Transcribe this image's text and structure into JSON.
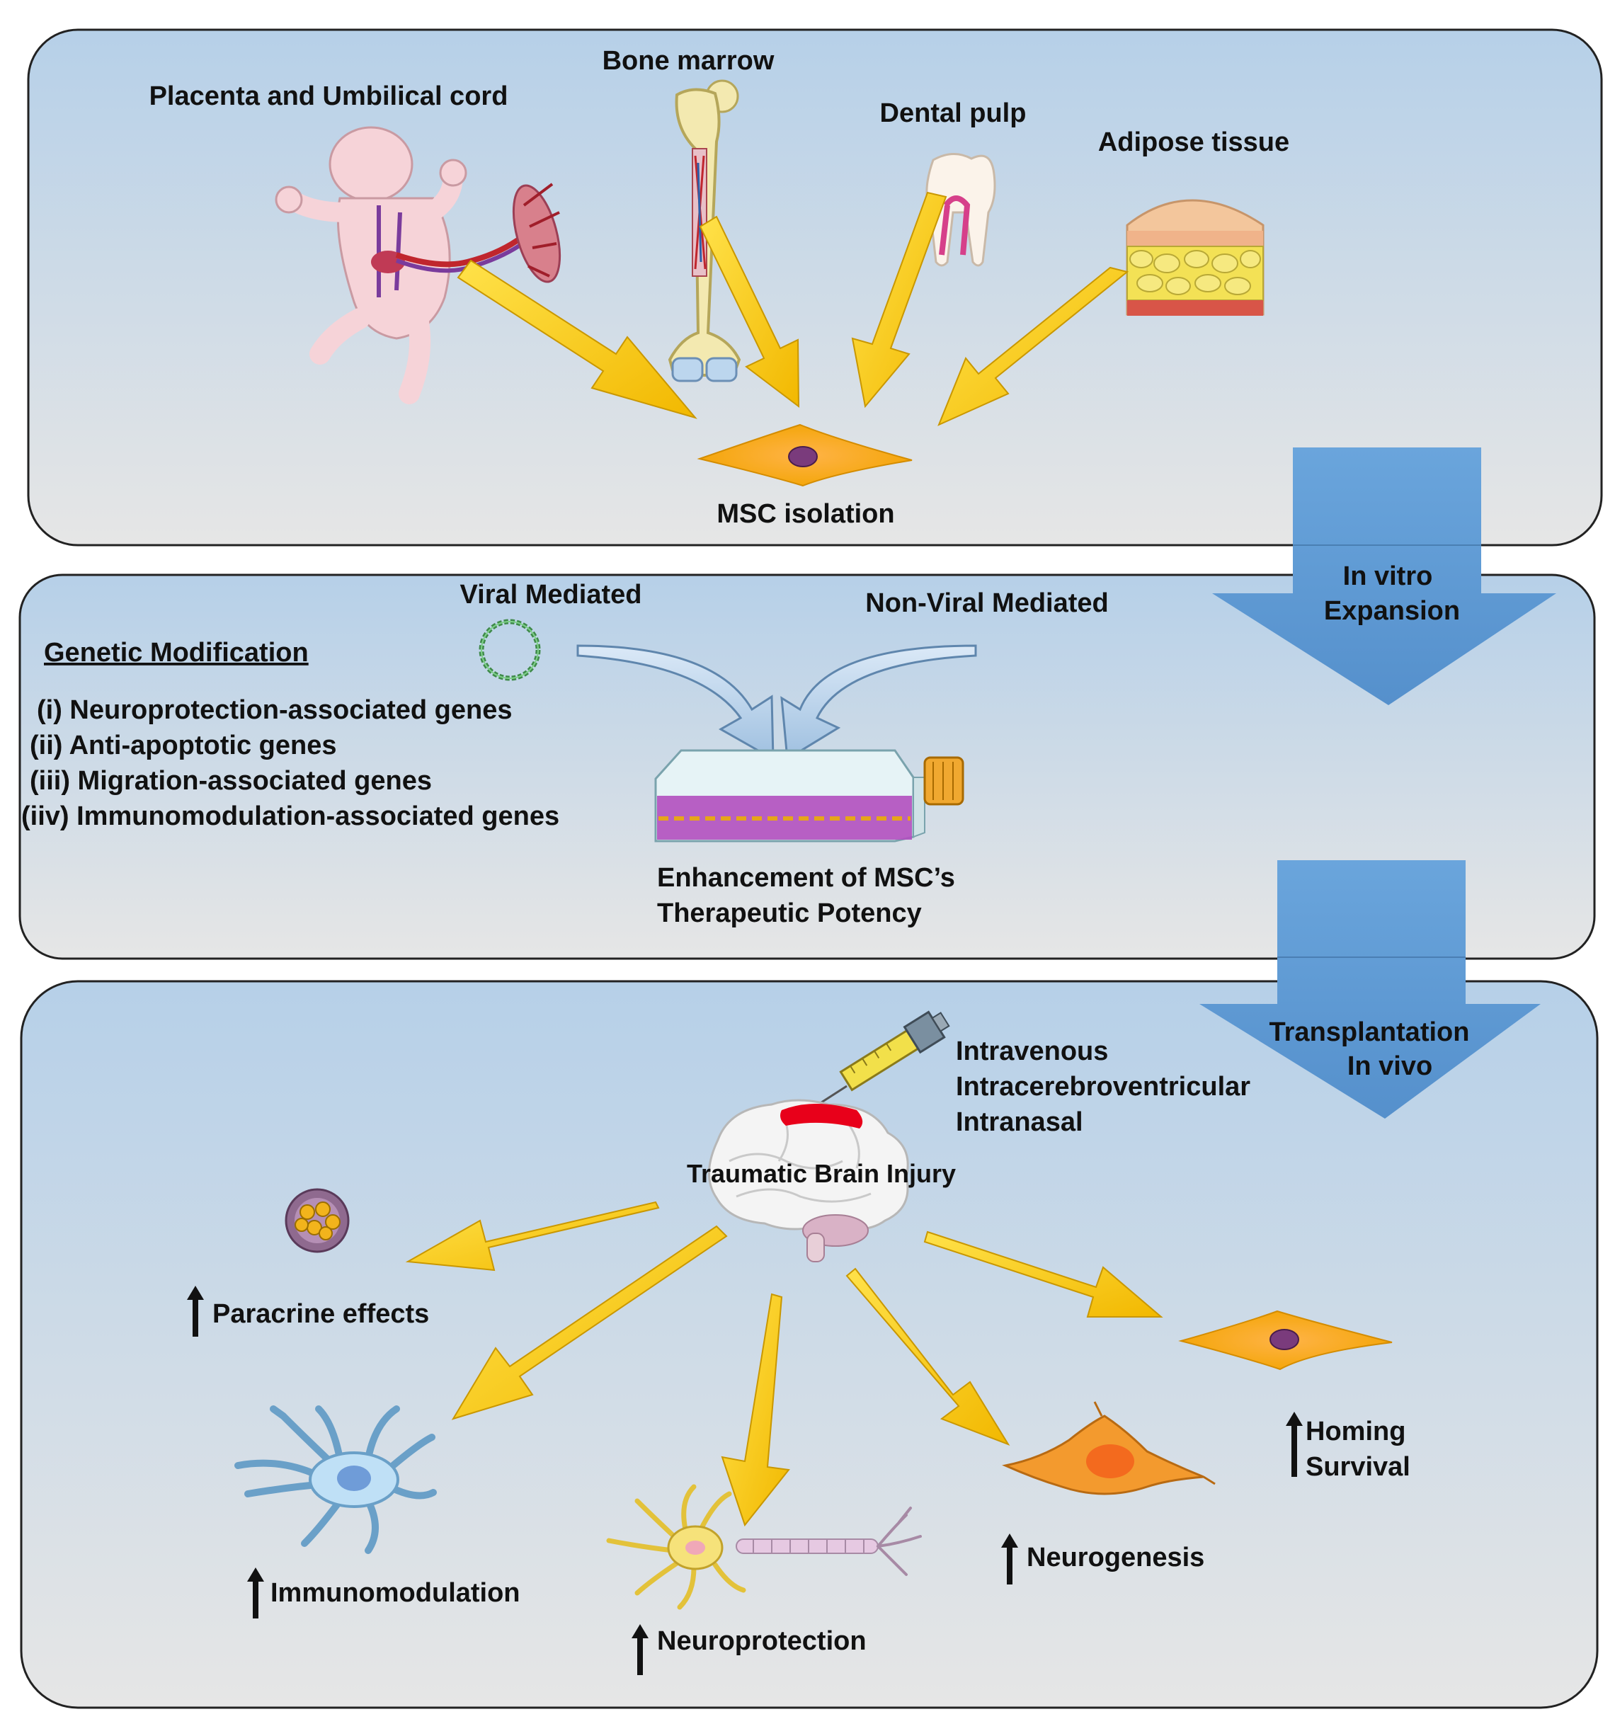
{
  "colors": {
    "panel_top": "#b6d0e8",
    "panel_bottom": "#e6e6e6",
    "panel_border": "#222222",
    "yellow_arrow": "#f5c400",
    "yellow_arrow_edge": "#c99700",
    "blue_arrow": "#5b9bd5",
    "text": "#111111",
    "brain_lesion": "#e8001a"
  },
  "panel1": {
    "sources": {
      "placenta": "Placenta and Umbilical cord",
      "bone_marrow": "Bone marrow",
      "dental_pulp": "Dental pulp",
      "adipose": "Adipose tissue"
    },
    "result": "MSC isolation",
    "icons": [
      "infant-umbilical-cord-icon",
      "femur-bone-icon",
      "tooth-icon",
      "adipose-tissue-icon",
      "msc-cell-icon"
    ]
  },
  "step1": {
    "line1": "In vitro",
    "line2": "Expansion"
  },
  "panel2": {
    "heading": "Genetic Modification",
    "genes": [
      "(i) Neuroprotection-associated genes",
      "(ii) Anti-apoptotic  genes",
      "(iii) Migration-associated genes",
      "(iiv) Immunomodulation-associated  genes"
    ],
    "viral": "Viral Mediated",
    "non_viral": "Non-Viral Mediated",
    "result_line1": "Enhancement of MSC’s",
    "result_line2": "Therapeutic Potency",
    "icons": [
      "plasmid-icon",
      "culture-flask-icon"
    ]
  },
  "step2": {
    "line1": "Transplantation",
    "line2": "In vivo"
  },
  "panel3": {
    "routes": [
      "Intravenous",
      "Intracerebroventricular",
      "Intranasal"
    ],
    "injury_label": "Traumatic Brain Injury",
    "outcomes": {
      "paracrine": "Paracrine effects",
      "immunomodulation": "Immunomodulation",
      "neuroprotection": "Neuroprotection",
      "neurogenesis": "Neurogenesis",
      "homing": "Homing",
      "survival": "Survival"
    },
    "icons": [
      "syringe-icon",
      "brain-icon",
      "vesicle-icon",
      "microglia-icon",
      "neuron-icon",
      "neural-progenitor-icon",
      "msc-cell-icon",
      "up-arrow-icon"
    ]
  }
}
